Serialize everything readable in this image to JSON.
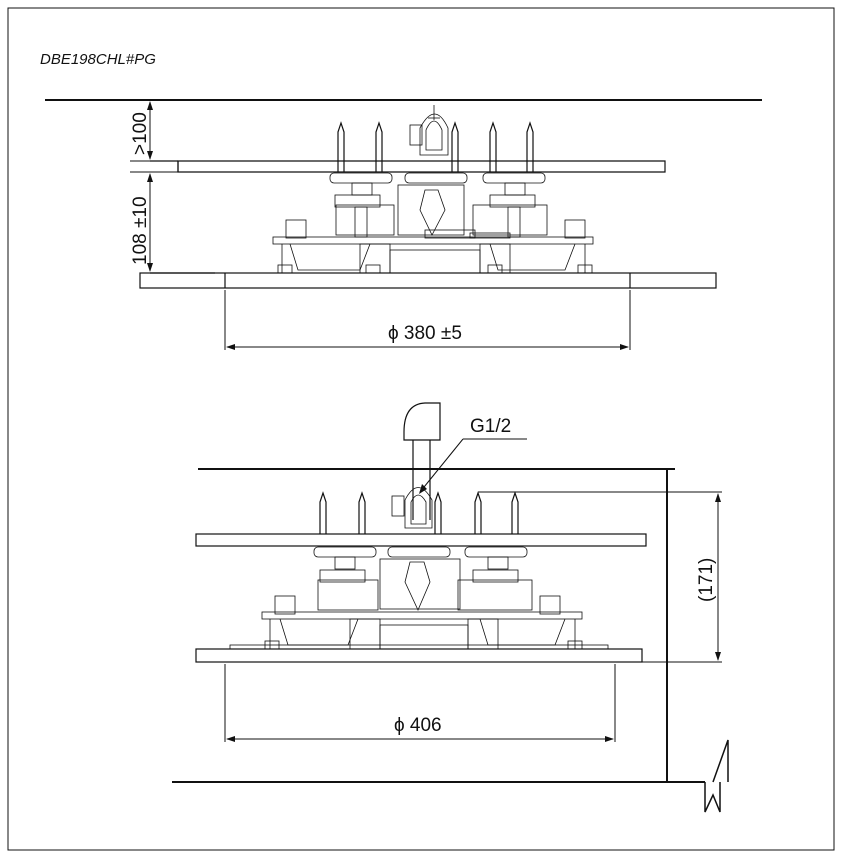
{
  "model_code": "DBE198CHL#PG",
  "top_view": {
    "clearance_label": ">100",
    "height_label": "108 ±10",
    "diameter_label": "ϕ 380 ±5"
  },
  "bottom_view": {
    "thread_label": "G1/2",
    "height_label": "(171)",
    "diameter_label": "ϕ 406"
  }
}
